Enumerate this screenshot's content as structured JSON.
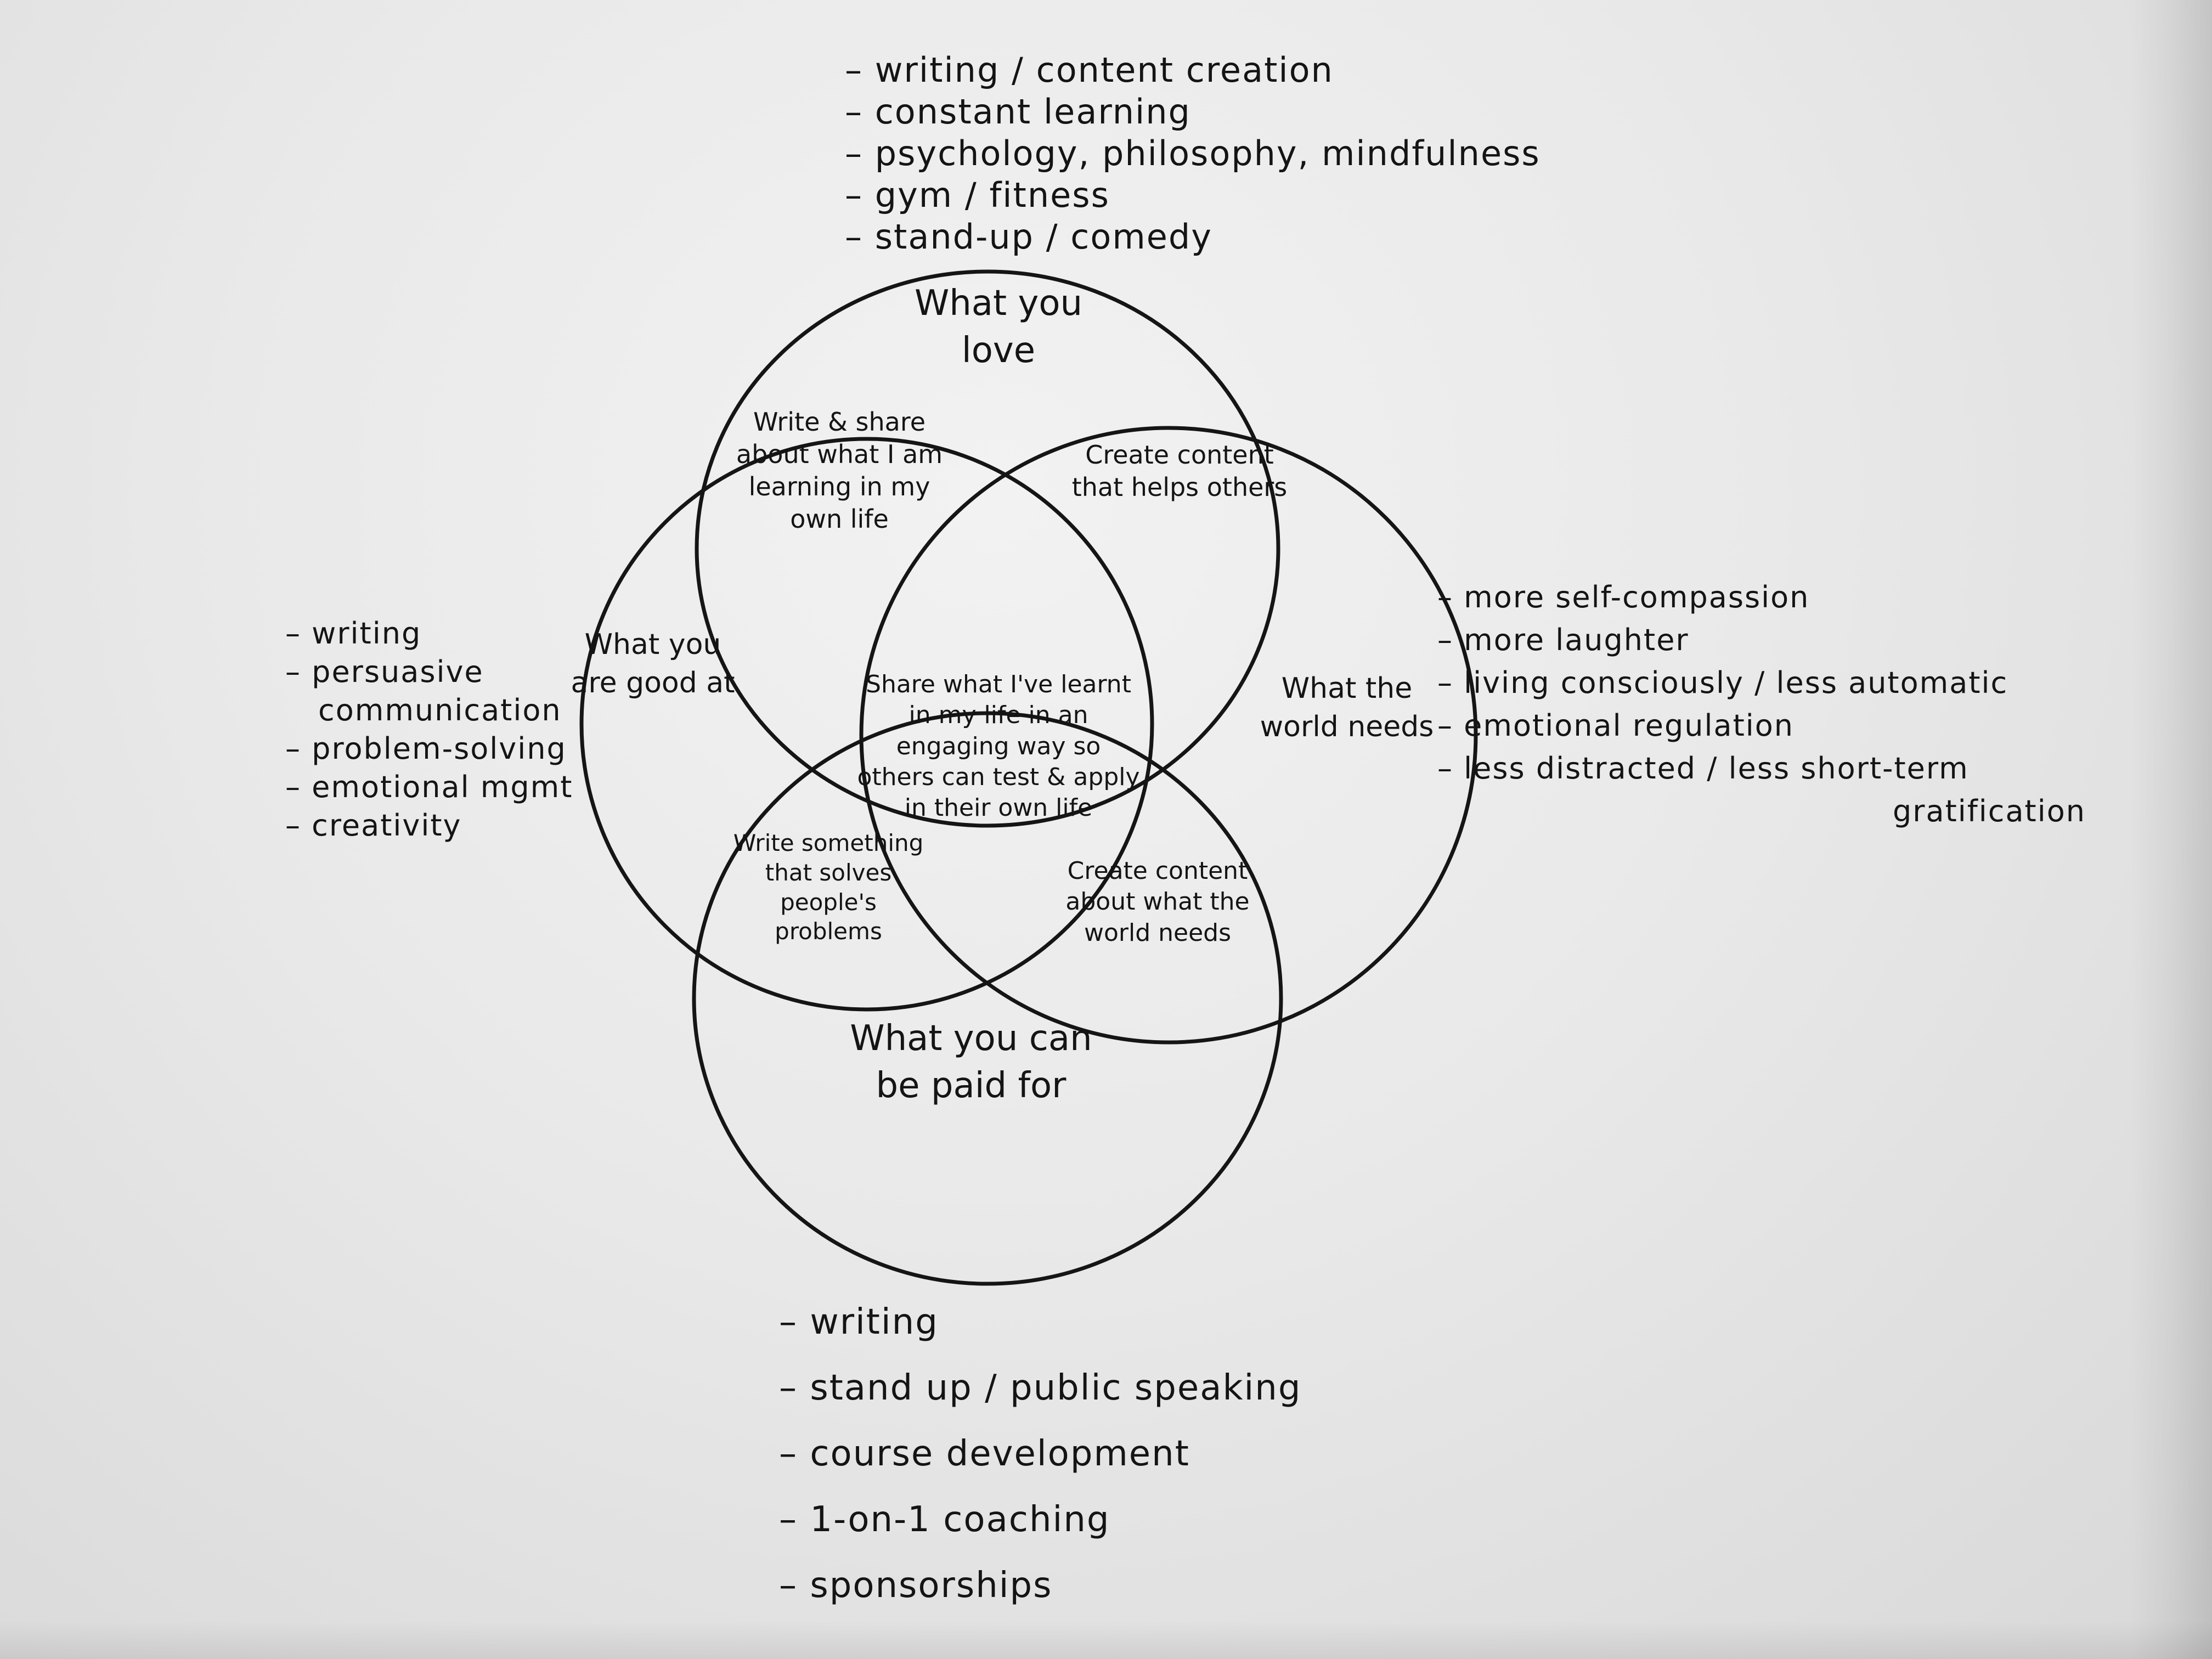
{
  "diagram": {
    "circles": {
      "love": "What you love",
      "good_at": "What you are good at",
      "world_needs": "What the world needs",
      "paid_for": "What you can be paid for"
    },
    "overlaps": {
      "love_good": "Write & share about what I am learning in my own life",
      "love_world": "Create content that helps others",
      "center": "Share what I've learnt in my life in an engaging way so others can test & apply in their own life",
      "good_paid": "Write something that solves people's problems",
      "world_paid": "Create content about what the world needs"
    },
    "lists": {
      "love": [
        "writing / content creation",
        "constant learning",
        "psychology, philosophy, mindfulness",
        "gym / fitness",
        "stand-up / comedy"
      ],
      "good_at": [
        "writing",
        "persuasive",
        "communication",
        "problem-solving",
        "emotional mgmt",
        "creativity"
      ],
      "world_needs": [
        "more self-compassion",
        "more laughter",
        "living consciously / less automatic",
        "emotional regulation",
        "less distracted / less short-term",
        "gratification"
      ],
      "paid_for": [
        "writing",
        "stand up / public speaking",
        "course development",
        "1-on-1 coaching",
        "sponsorships"
      ]
    }
  }
}
